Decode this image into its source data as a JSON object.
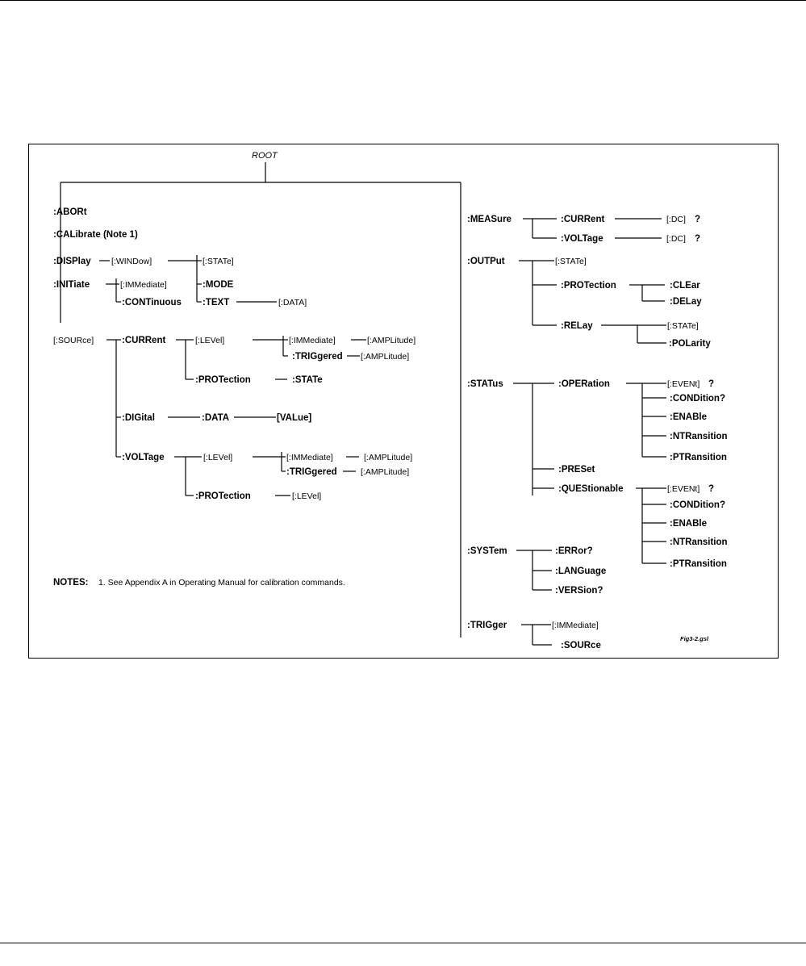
{
  "root": "ROOT",
  "left": {
    "abort": ":ABORt",
    "calibrate": ":CALibrate (Note 1)",
    "display": ":DISPlay",
    "display_window": "[:WINDow]",
    "display_state": "[:STATe]",
    "display_mode": ":MODE",
    "display_text": ":TEXT",
    "display_text_data": "[:DATA]",
    "initiate": ":INITiate",
    "initiate_immediate": "[:IMMediate]",
    "initiate_continuous": ":CONTinuous",
    "source": "[:SOURce]",
    "current": ":CURRent",
    "current_level": "[:LEVel]",
    "current_immediate": "[:IMMediate]",
    "current_immediate_amplitude": "[:AMPLitude]",
    "current_triggered": ":TRIGgered",
    "current_triggered_amplitude": "[:AMPLitude]",
    "current_protection": ":PROTection",
    "current_protection_state": ":STATe",
    "digital": ":DIGital",
    "digital_data": ":DATA",
    "digital_value": "[VALue]",
    "voltage": ":VOLTage",
    "voltage_level": "[:LEVel]",
    "voltage_immediate": "[:IMMediate]",
    "voltage_immediate_amplitude": "[:AMPLitude]",
    "voltage_triggered": ":TRIGgered",
    "voltage_triggered_amplitude": "[:AMPLitude]",
    "voltage_protection": ":PROTection",
    "voltage_protection_level": "[:LEVel]"
  },
  "right": {
    "measure": ":MEASure",
    "measure_current": ":CURRent",
    "measure_current_dc": "[:DC]",
    "measure_voltage": ":VOLTage",
    "measure_voltage_dc": "[:DC]",
    "query_mark": "?",
    "output": ":OUTPut",
    "output_state": "[:STATe]",
    "output_protection": ":PROTection",
    "output_protection_clear": ":CLEar",
    "output_protection_delay": ":DELay",
    "output_relay": ":RELay",
    "output_relay_state": "[:STATe]",
    "output_relay_polarity": ":POLarity",
    "status": ":STATus",
    "operation": ":OPERation",
    "operation_event": "[:EVENt]",
    "operation_condition": ":CONDition?",
    "operation_enable": ":ENABle",
    "operation_ntransition": ":NTRansition",
    "operation_ptransition": ":PTRansition",
    "preset": ":PRESet",
    "questionable": ":QUEStionable",
    "questionable_event": "[:EVENt]",
    "questionable_condition": ":CONDition?",
    "questionable_enable": ":ENABle",
    "questionable_ntransition": ":NTRansition",
    "questionable_ptransition": ":PTRansition",
    "system": ":SYSTem",
    "system_error": ":ERRor?",
    "system_language": ":LANGuage",
    "system_version": ":VERSion?",
    "trigger": ":TRIGger",
    "trigger_immediate": "[:IMMediate]",
    "trigger_source": ":SOURce"
  },
  "notes": {
    "label": "NOTES:",
    "text": "1. See Appendix A in Operating Manual for calibration commands."
  },
  "figure_id": "Fig3-2.gsl"
}
